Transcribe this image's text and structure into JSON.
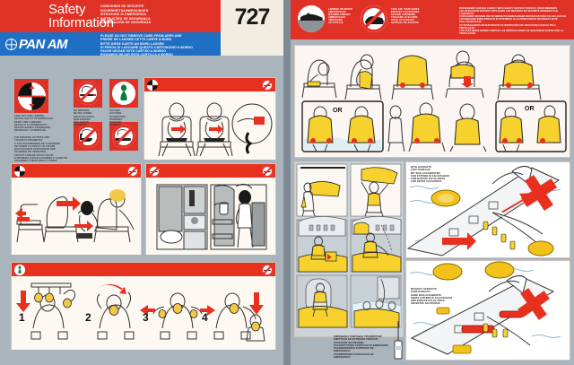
{
  "card": {
    "type": "airline-safety-information-card",
    "airline": "PAN AM",
    "aircraft": "727",
    "scan_note": "two-sided safety card, both panels shown side by side"
  },
  "left_page": {
    "header": {
      "title_line1": "Safety",
      "title_line2": "Information",
      "languages": "CONSIGNES DE SECURITE\nSICHERHEITSANWEISUNGEN\nISTRUZIONI DI EMERGENZA\nINSTRUÇÕES DE SEGURANÇA\nINFORMACIÓN DE SEGURIDAD",
      "aircraft_number": "727",
      "logo_text": "PAN AM",
      "blue_band_text": "PLEASE DO NOT REMOVE CARD FROM AIRPLANE\nPRIERE DE LAISSER CETTE CARTE A BORD\nBITTE DIESE KARTE AN BORD LASSEN\nSI PREGA DI LASCIARE QUESTO CARTONCINO A BORDO\nFAVOR DEIXAR ESTE CARTÃO A BORDO\nROGAMOS DEJAR ESTA CARTILLA A BORDO"
    },
    "prohibition_row": {
      "takeoff_icon_caption": "TAKE OFF AND LANDING\nDECOLLAGE ET ATTERRISSAGE\nSTART UND LANDUNG\nDECOLLO E ATTERRAGGIO\nDESCOLAGEM E ATERRAGEM\nDESPEGUE Y ATERRIZAJE",
      "pipe_caption": "THE SMOKING OF PIPES AND\nCIGARS IS PROHIBITED\nIL EST RECOMMANDE DE S'ABSTENIR\nDE FUMER LA PIPE ET LE CIGARE\nDAS RAUCHEN VON PFEIFEN UND\nZIGARREN IST VERBOTEN\nVIETATO FUMARE PIPA E SIGARI\nE PROIBIDO FUMAR CACHIMBO E CHARUTO\nPROHIBIDO FUMAR PIPAS Y PUROS",
      "no_smoking_caption": "NO SMOKING\nNE PAS FUMER\nNICHT RAUCHEN\nNON FUMARE\nNÃO FUMAR\nNO FUMAR",
      "oxygen_caption": "OXYGEN\nOXYGENE\nSAUERSTOFF\nOSSIGENO\nOXIGENIO\nOXIGENO",
      "icons": [
        "takeoff-landing-icon",
        "no-smoking-icon",
        "oxygen-icon",
        "no-pipe-icon",
        "no-cigar-icon"
      ]
    },
    "panels": [
      {
        "id": "seatbelt-panel",
        "badge": "takeoff-landing-icon",
        "corner_icon": "no-smoking-icon",
        "scene": "passengers seated fastening seat belts, belt buckle detail"
      },
      {
        "id": "brace-position-panel",
        "badge": "takeoff-landing-icon",
        "corner_icon": "no-smoking-icon",
        "scene": "seat back upright, tray table stowed, brace position"
      },
      {
        "id": "lavatory-panel",
        "badge": "no-smoking-icon",
        "corner_icon": "no-smoking-icon",
        "scene": "no smoking in lavatory, no tampering with smoke detector"
      },
      {
        "id": "oxygen-mask-panel",
        "badge": "oxygen-icon",
        "corner_icon": "no-smoking-icon",
        "steps": [
          "1",
          "2",
          "3",
          "4"
        ],
        "scene": "oxygen masks drop, pull mask, place over nose and mouth, assist others"
      }
    ]
  },
  "right_page": {
    "header": {
      "landing_on_water_caption": "LANDING ON WATER\nAMERRISSAGE\nWASSERLANDUNG\nAMMARAGGIO\nAMERAGEM\nACUATIZAJE",
      "take_off_shoes_caption": "TAKE OFF YOUR SHOES\nENLEVEZ CHAUSSURES\nSCHUHE AUSZIEHEN\nTOGLIERE LE SCARPE\nTIRAR OS SAPATOS\nQUITESE LOS ZAPATOS",
      "comply_text": "PASSENGERS SHOULD COMPLY WITH SAFETY INSTRUCTIONS OF CREW MEMBERS\nLES PASSAGERS DOIVENT APPLIQUER LES MESURES DE SECURITE DONNEES PAR L'EQUIPAGE\nPASSAGIERE MUSSEN DIE SICHERHEITSANWEISUNGEN DER BESATZUNG FOLGE LEISTEN\nI PASSEGGERI SONO PREGATI DI ATTENERSI ALLE ISTRUZIONI DI SICUREZZA DATE DALL'EQUIPAGGIO\nOS PASSAGEIROS DEVEM SEGUIR AS INSTRUÇÕES DE SEGURANÇA DADAS PELA TRIPULAÇÃO\nLOS PASAJEROS DEBEN CUMPLIR LAS INSTRUCCIONES DE SEGURIDAD DADAS POR LA TRIPULACIÓN",
      "icons": [
        "landing-on-water-icon",
        "take-off-shoes-icon"
      ]
    },
    "lifevest_panel": {
      "id": "life-vest-donning-panel",
      "or_label": "OR",
      "steps": [
        "reach under seat for life vest",
        "remove vest from pouch",
        "place vest over head",
        "pull straps down around waist",
        "fasten and tighten straps",
        "inflate by pulling red toggles (or) inflate by mouth",
        "adult assisting child with vest",
        "infant vest",
        "inflate at door or outside aircraft"
      ]
    },
    "liferaft_panel": {
      "with_liferafts_caption": "WITH LIFERAFTS\nAVEC RADEAUX\nMIT SCHLAUCHBOOTEN\nCON ZATTERE DI SALVATAGGIO\nCOM BARCOS SALVA-VIDAS\nCON BOTES SALVAVIDAS",
      "without_liferafts_caption": "WITHOUT LIFERAFTS\nSANS RADEAUX\nOHNE SCHLAUCHBOOTE\nSENZA ZATTERE DI SALVATAGGIO\nSEM BARCOS SALVA-VIDAS\nSIN BOTES SALVAVIDAS",
      "scene_with": "aircraft ditched on water, liferafts deployed at exits, red X over tail exit",
      "scene_without": "aircraft ditched on water, slides used as flotation, red X over tail exit"
    },
    "raft_steps_panel": {
      "transmitter_caption": "EMERGENCY PORTABLE TRANSMITTER\nEMETTEUR DE DETRESSE PORTATIF\nTRAGBARE NOTSENDER\nTRASMETTITORE PORTATILE DI EMERGENZA\nTRANSMISSORES PORTATEIS DE EMERGENCIA\nTRANSMISORES PORTATILES DE EMERGENCIA",
      "steps": [
        "remove raft pack",
        "carry raft to exit",
        "inflate raft at exit",
        "deploy raft line",
        "board raft from door sill",
        "help others into raft"
      ]
    }
  },
  "colors": {
    "red": "#e03127",
    "red_bar": "#e8301f",
    "blue": "#1f6fc4",
    "cream": "#f2ece1",
    "panel_bg": "#faf5ef",
    "vest_yellow": "#f7d22e",
    "backdrop": "#97a3ad",
    "water": "#dfeef5"
  }
}
